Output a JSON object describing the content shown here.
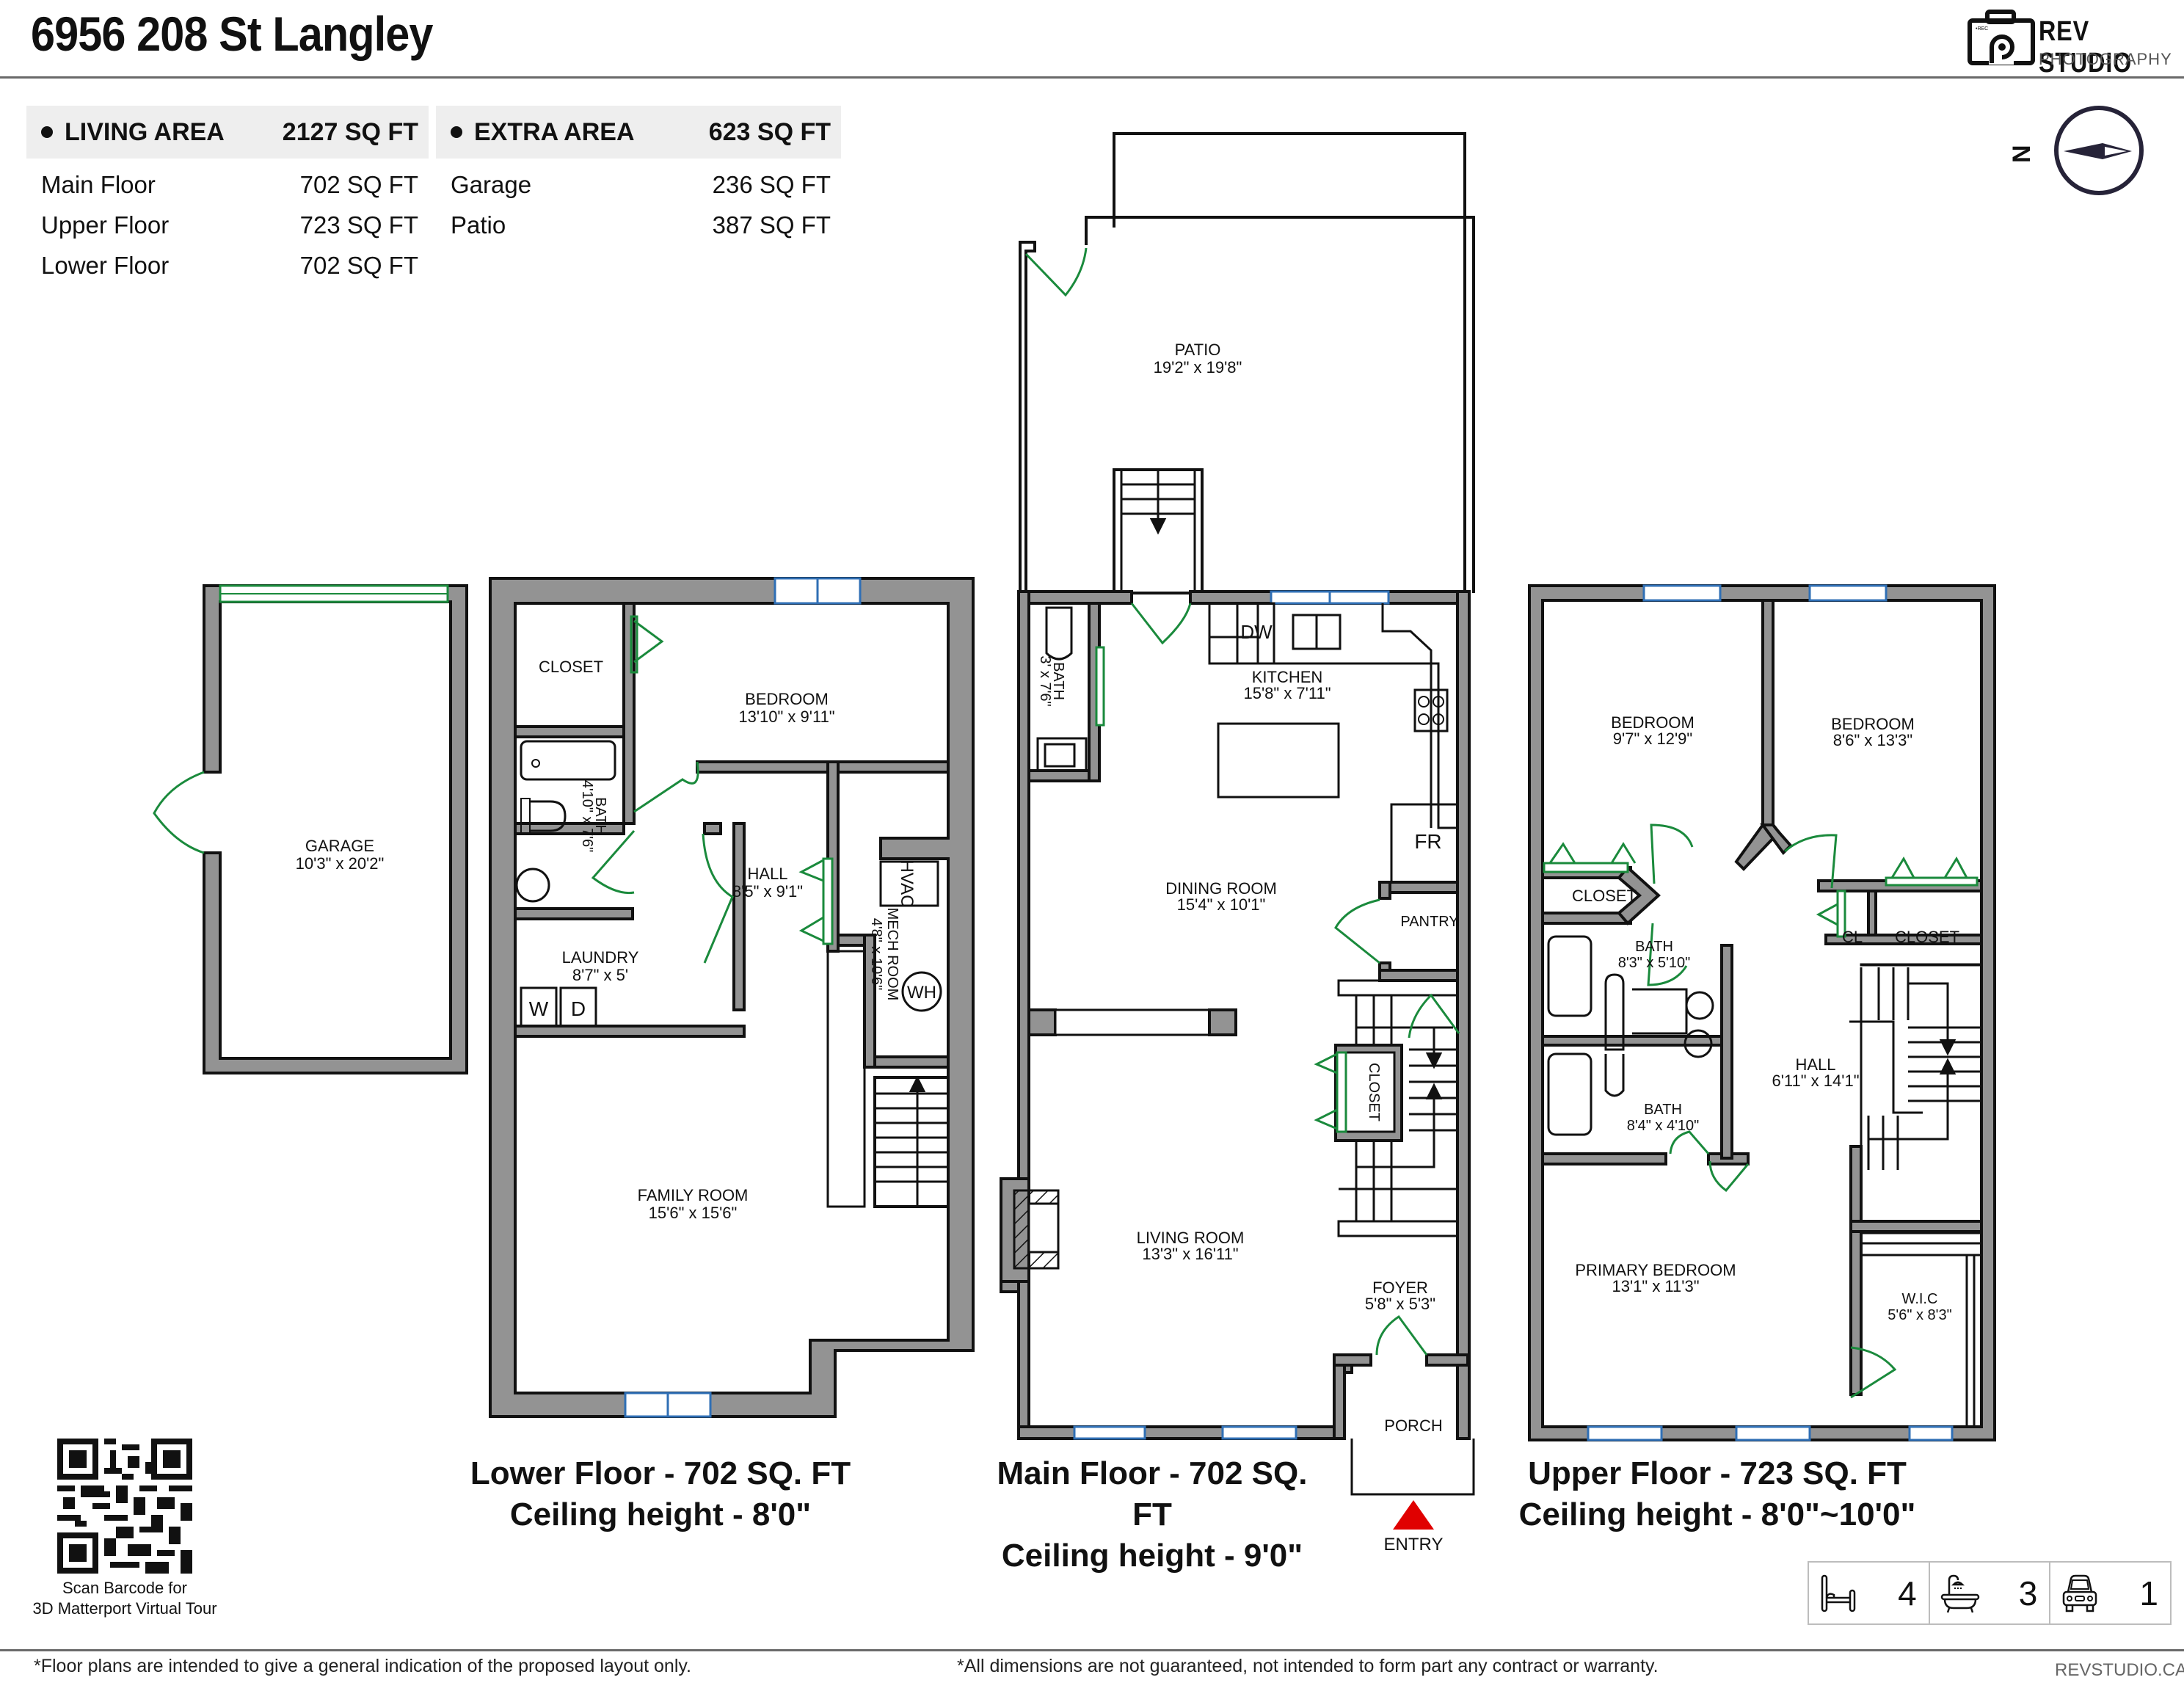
{
  "header": {
    "title": "6956 208 St Langley",
    "logo_main": "REV STUDIO",
    "logo_sub": "PHOTOGRAPHY",
    "logo_rec": "•REC"
  },
  "compass": {
    "north_label": "N"
  },
  "living_area": {
    "label": "LIVING AREA",
    "total": "2127 SQ FT",
    "rows": [
      {
        "name": "Main Floor",
        "value": "702 SQ FT"
      },
      {
        "name": "Upper Floor",
        "value": "723 SQ FT"
      },
      {
        "name": "Lower Floor",
        "value": "702 SQ FT"
      }
    ]
  },
  "extra_area": {
    "label": "EXTRA AREA",
    "total": "623 SQ FT",
    "rows": [
      {
        "name": "Garage",
        "value": "236 SQ FT"
      },
      {
        "name": "Patio",
        "value": "387 SQ FT"
      }
    ]
  },
  "floors": {
    "lower": {
      "caption_line1": "Lower Floor - 702 SQ. FT",
      "caption_line2": "Ceiling height - 8'0\"",
      "rooms": {
        "garage": {
          "name": "GARAGE",
          "dim": "10'3\" x 20'2\""
        },
        "closet": {
          "name": "CLOSET"
        },
        "bedroom": {
          "name": "BEDROOM",
          "dim": "13'10\" x 9'11\""
        },
        "bath": {
          "name": "BATH",
          "dim": "4'10\" x 7'6\""
        },
        "hall": {
          "name": "HALL",
          "dim": "8'5\" x 9'1\""
        },
        "laundry": {
          "name": "LAUNDRY",
          "dim": "8'7\" x 5'"
        },
        "mech": {
          "name": "MECH ROOM",
          "dim": "4'8\" x 10'6\""
        },
        "family": {
          "name": "FAMILY ROOM",
          "dim": "15'6\" x 15'6\""
        }
      },
      "fixtures": {
        "washer": "W",
        "dryer": "D",
        "hvac": "HVAC",
        "water_heater": "WH"
      }
    },
    "main": {
      "caption_line1": "Main Floor - 702 SQ. FT",
      "caption_line2": "Ceiling height - 9'0\"",
      "rooms": {
        "patio": {
          "name": "PATIO",
          "dim": "19'2\" x 19'8\""
        },
        "bath": {
          "name": "BATH",
          "dim": "3' x 7'6\""
        },
        "kitchen": {
          "name": "KITCHEN",
          "dim": "15'8\" x 7'11\""
        },
        "dining": {
          "name": "DINING ROOM",
          "dim": "15'4\" x 10'1\""
        },
        "pantry": {
          "name": "PANTRY"
        },
        "closet": {
          "name": "CLOSET"
        },
        "living": {
          "name": "LIVING ROOM",
          "dim": "13'3\" x 16'11\""
        },
        "foyer": {
          "name": "FOYER",
          "dim": "5'8\" x 5'3\""
        },
        "porch": {
          "name": "PORCH"
        }
      },
      "fixtures": {
        "dishwasher": "DW",
        "fridge": "FR"
      },
      "entry_label": "ENTRY"
    },
    "upper": {
      "caption_line1": "Upper Floor - 723 SQ. FT",
      "caption_line2": "Ceiling height - 8'0\"~10'0\"",
      "rooms": {
        "bedroom1": {
          "name": "BEDROOM",
          "dim": "9'7\" x 12'9\""
        },
        "bedroom2": {
          "name": "BEDROOM",
          "dim": "8'6\" x 13'3\""
        },
        "closet1": {
          "name": "CLOSET"
        },
        "cl": {
          "name": "CL"
        },
        "closet2": {
          "name": "CLOSET"
        },
        "bath1": {
          "name": "BATH",
          "dim": "8'3\" x 5'10\""
        },
        "bath2": {
          "name": "BATH",
          "dim": "8'4\" x 4'10\""
        },
        "hall": {
          "name": "HALL",
          "dim": "6'11\" x 14'1\""
        },
        "primary": {
          "name": "PRIMARY BEDROOM",
          "dim": "13'1\" x 11'3\""
        },
        "wic": {
          "name": "W.I.C",
          "dim": "5'6\" x 8'3\""
        }
      }
    }
  },
  "qr": {
    "caption_line1": "Scan Barcode for",
    "caption_line2": "3D Matterport Virtual Tour"
  },
  "stats": {
    "bedrooms": {
      "icon": "bed-icon",
      "value": "4"
    },
    "bathrooms": {
      "icon": "bathtub-icon",
      "value": "3"
    },
    "parking": {
      "icon": "car-icon",
      "value": "1"
    }
  },
  "footer": {
    "disclaimer_left": "*Floor plans are intended to give a general indication of the proposed layout only.",
    "disclaimer_right": "*All dimensions are not guaranteed, not intended to form part any contract or warranty.",
    "website": "REVSTUDIO.CA"
  },
  "colors": {
    "wall": "#939393",
    "door": "#1a8a3c",
    "window": "#2f6fb5",
    "entry_arrow": "#e00000"
  }
}
